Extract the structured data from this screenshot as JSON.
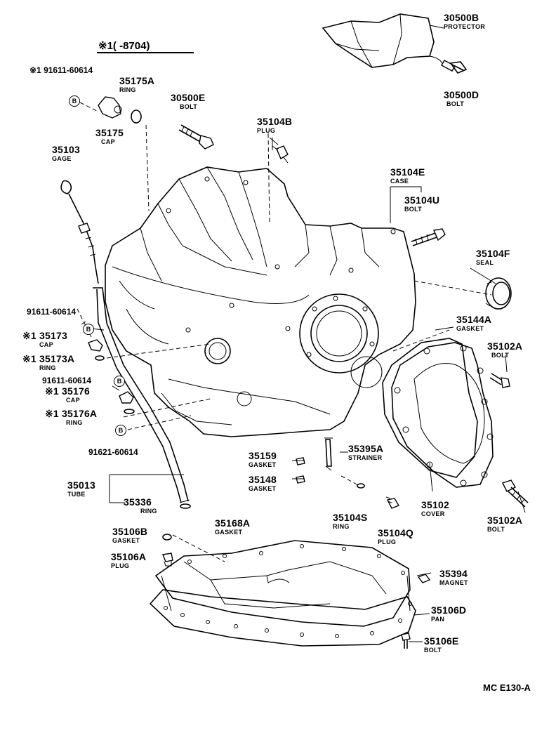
{
  "header": {
    "note": "※1(    ‐8704)"
  },
  "footer": {
    "code": "MC  E130-A"
  },
  "callouts": {
    "p30500B": {
      "num": "30500B",
      "name": "PROTECTOR"
    },
    "p30500D": {
      "num": "30500D",
      "name": "BOLT"
    },
    "p30500E": {
      "num": "30500E",
      "name": "BOLT"
    },
    "p91611a": {
      "num": "※1 91611-60614"
    },
    "p35175A": {
      "num": "35175A",
      "name": "RING"
    },
    "p35175": {
      "num": "35175",
      "name": "CAP"
    },
    "p35104B": {
      "num": "35104B",
      "name": "PLUG"
    },
    "p35103": {
      "num": "35103",
      "name": "GAGE"
    },
    "p35104E": {
      "num": "35104E",
      "name": "CASE"
    },
    "p35104U": {
      "num": "35104U",
      "name": "BOLT"
    },
    "p35104F": {
      "num": "35104F",
      "name": "SEAL"
    },
    "p35144A": {
      "num": "35144A",
      "name": "GASKET"
    },
    "p35102A_top": {
      "num": "35102A",
      "name": "BOLT"
    },
    "p91611b": {
      "num": "91611-60614"
    },
    "p35173": {
      "num": "※1 35173",
      "name": "CAP"
    },
    "p35173A": {
      "num": "※1 35173A",
      "name": "RING"
    },
    "p91611c": {
      "num": "91611-60614"
    },
    "p35176": {
      "num": "※1 35176",
      "name": "CAP"
    },
    "p35176A": {
      "num": "※1 35176A",
      "name": "RING"
    },
    "p91621": {
      "num": "91621-60614"
    },
    "p35395A": {
      "num": "35395A",
      "name": "STRAINER"
    },
    "p35159": {
      "num": "35159",
      "name": "GASKET"
    },
    "p35148": {
      "num": "35148",
      "name": "GASKET"
    },
    "p35013": {
      "num": "35013",
      "name": "TUBE"
    },
    "p35336": {
      "num": "35336",
      "name": "RING"
    },
    "p35104S": {
      "num": "35104S",
      "name": "RING"
    },
    "p35104Q": {
      "num": "35104Q",
      "name": "PLUG"
    },
    "p35102": {
      "num": "35102",
      "name": "COVER"
    },
    "p35102A_bot": {
      "num": "35102A",
      "name": "BOLT"
    },
    "p35106B": {
      "num": "35106B",
      "name": "GASKET"
    },
    "p35168A": {
      "num": "35168A",
      "name": "GASKET"
    },
    "p35106A": {
      "num": "35106A",
      "name": "PLUG"
    },
    "p35394": {
      "num": "35394",
      "name": "MAGNET"
    },
    "p35106D": {
      "num": "35106D",
      "name": "PAN"
    },
    "p35106E": {
      "num": "35106E",
      "name": "BOLT"
    }
  },
  "marker": {
    "b": "B"
  }
}
